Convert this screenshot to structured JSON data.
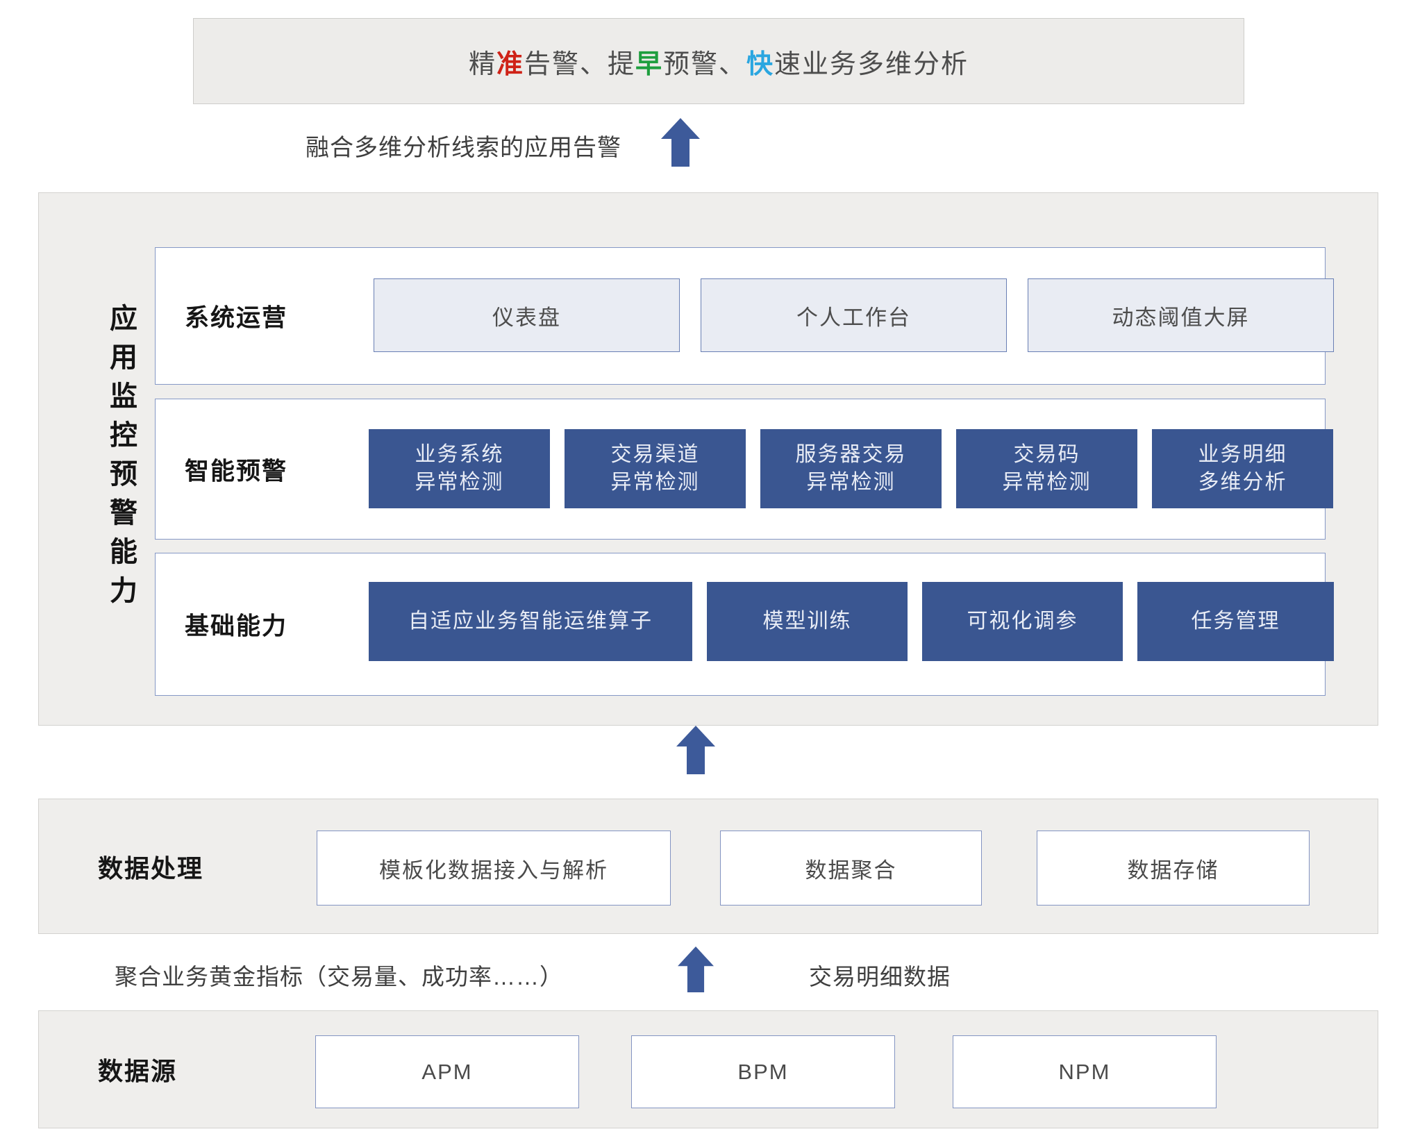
{
  "banner": {
    "segments": [
      {
        "text": "精"
      },
      {
        "text": "准",
        "accent": "red"
      },
      {
        "text": "告警、提"
      },
      {
        "text": "早",
        "accent": "green"
      },
      {
        "text": "预警、"
      },
      {
        "text": "快",
        "accent": "blue"
      },
      {
        "text": "速业务多维分析"
      }
    ]
  },
  "colors": {
    "accent_red": "#cf2217",
    "accent_green": "#1e9e3e",
    "accent_blue": "#2aa6e0",
    "dark_box_blue": "#3a5691",
    "arrow_blue": "#3d5a9a",
    "panel_gray": "#efeeec",
    "light_box_fill": "#e9ecf3"
  },
  "alert_flow": {
    "label": "融合多维分析线索的应用告警"
  },
  "capability": {
    "title": "应用监控预警能力",
    "rows": [
      {
        "label": "系统运营",
        "boxes": [
          "仪表盘",
          "个人工作台",
          "动态阈值大屏"
        ]
      },
      {
        "label": "智能预警",
        "boxes": [
          "业务系统\n异常检测",
          "交易渠道\n异常检测",
          "服务器交易\n异常检测",
          "交易码\n异常检测",
          "业务明细\n多维分析"
        ]
      },
      {
        "label": "基础能力",
        "boxes": [
          "自适应业务智能运维算子",
          "模型训练",
          "可视化调参",
          "任务管理"
        ]
      }
    ]
  },
  "data_processing": {
    "label": "数据处理",
    "boxes": [
      "模板化数据接入与解析",
      "数据聚合",
      "数据存储"
    ]
  },
  "metrics_flow": {
    "left_label": "聚合业务黄金指标（交易量、成功率……）",
    "right_label": "交易明细数据"
  },
  "data_source": {
    "label": "数据源",
    "boxes": [
      "APM",
      "BPM",
      "NPM"
    ]
  }
}
